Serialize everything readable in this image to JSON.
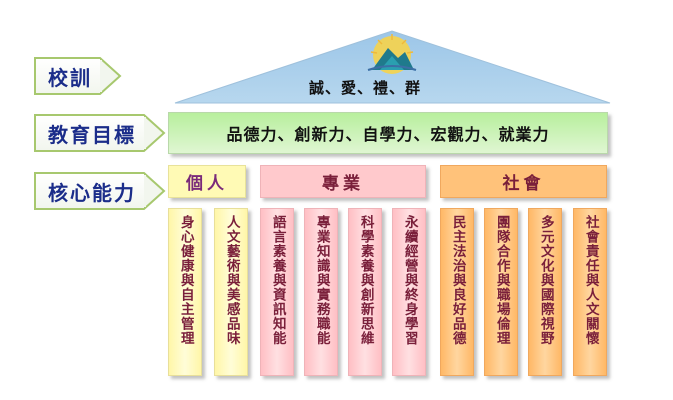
{
  "labels": {
    "motto": "校訓",
    "goal": "教育目標",
    "core": "核心能力"
  },
  "roof": {
    "text": "誠、愛、禮、群",
    "color": "#a9cce8"
  },
  "goal_bar": {
    "text": "品德力、創新力、自學力、宏觀力、就業力"
  },
  "categories": [
    {
      "label": "個人"
    },
    {
      "label": "專業"
    },
    {
      "label": "社會"
    }
  ],
  "pillars": [
    {
      "text": "身心健康與自主管理",
      "group": "personal"
    },
    {
      "text": "人文藝術與美感品味",
      "group": "personal"
    },
    {
      "text": "語言素養與資訊知能",
      "group": "professional"
    },
    {
      "text": "專業知識與實務職能",
      "group": "professional"
    },
    {
      "text": "科學素養與創新思維",
      "group": "professional"
    },
    {
      "text": "永續經營與終身學習",
      "group": "professional"
    },
    {
      "text": "民主法治與良好品德",
      "group": "social"
    },
    {
      "text": "團隊合作與職場倫理",
      "group": "social"
    },
    {
      "text": "多元文化與國際視野",
      "group": "social"
    },
    {
      "text": "社會責任與人文關懷",
      "group": "social"
    }
  ]
}
